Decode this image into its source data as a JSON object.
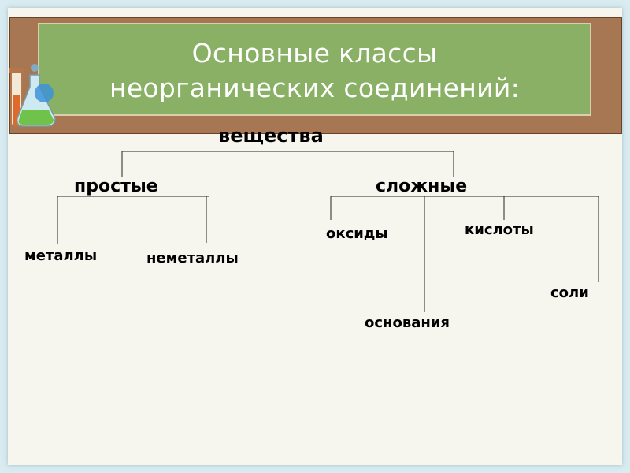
{
  "title": {
    "line1": "Основные классы",
    "line2": "неорганических соединений:"
  },
  "tree": {
    "root": "вещества",
    "simple": "простые",
    "complex": "сложные",
    "metals": "металлы",
    "nonmetals": "неметаллы",
    "oxides": "оксиды",
    "acids": "кислоты",
    "bases": "основания",
    "salts": "соли"
  },
  "colors": {
    "board": "#89b064",
    "frame": "#a77652",
    "slide": "#f7f6ee",
    "page": "#d9ecf1"
  },
  "icon": "flask-icon"
}
